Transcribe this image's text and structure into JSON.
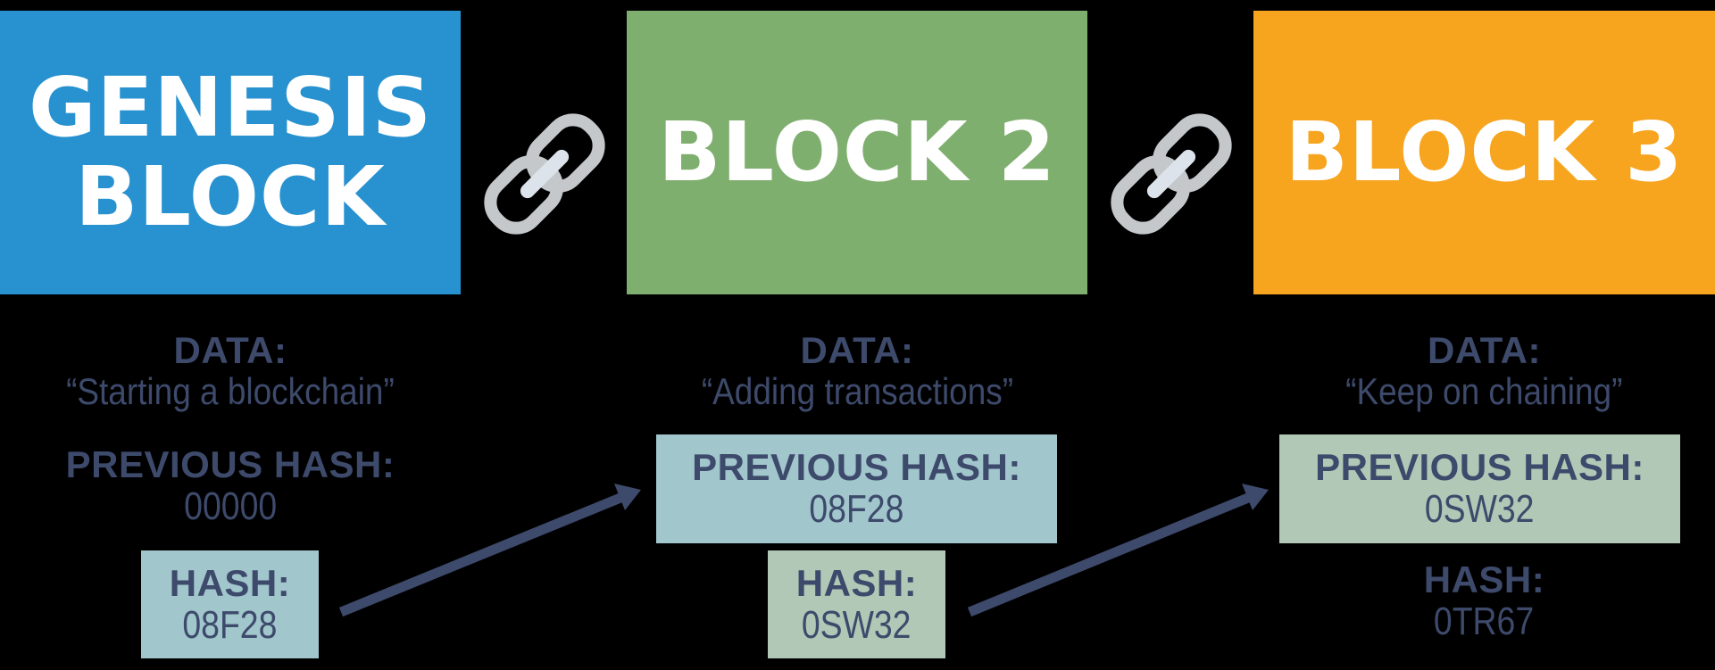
{
  "colors": {
    "background": "#000000",
    "genesis": "#2891cf",
    "block2": "#7faf6e",
    "block3": "#f7a51f",
    "text_dark": "#3d4a6b",
    "box_blue": "#a1c6cc",
    "box_green": "#b2c8b6",
    "chain": "#c4c8ca",
    "arrow": "#3d4a6b"
  },
  "blocks": [
    {
      "title": "GENESIS\nBLOCK",
      "data_label": "DATA:",
      "data_value": "“Starting a blockchain”",
      "prev_hash_label": "PREVIOUS HASH:",
      "prev_hash_value": "00000",
      "hash_label": "HASH:",
      "hash_value": "08F28"
    },
    {
      "title": "BLOCK 2",
      "data_label": "DATA:",
      "data_value": "“Adding transactions”",
      "prev_hash_label": "PREVIOUS HASH:",
      "prev_hash_value": "08F28",
      "hash_label": "HASH:",
      "hash_value": "0SW32"
    },
    {
      "title": "BLOCK 3",
      "data_label": "DATA:",
      "data_value": "“Keep on chaining”",
      "prev_hash_label": "PREVIOUS HASH:",
      "prev_hash_value": "0SW32",
      "hash_label": "HASH:",
      "hash_value": "0TR67"
    }
  ],
  "icons": {
    "link": "chain-link-icon",
    "arrow": "arrow-up-right"
  }
}
